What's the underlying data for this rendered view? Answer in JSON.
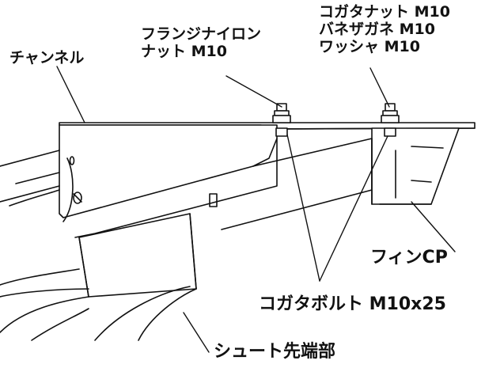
{
  "labels": {
    "channel": "チャンネル",
    "flange_nut": [
      "フランジナイロン",
      "ナット M10"
    ],
    "small_parts": [
      "コガタナット M10",
      "バネザガネ M10",
      "ワッシャ M10"
    ],
    "fin_cp": "フィンCP",
    "bolt": "コガタボルト M10x25",
    "chute_tip": "シュート先端部"
  },
  "colors": {
    "line": "#111111",
    "background": "#ffffff"
  }
}
